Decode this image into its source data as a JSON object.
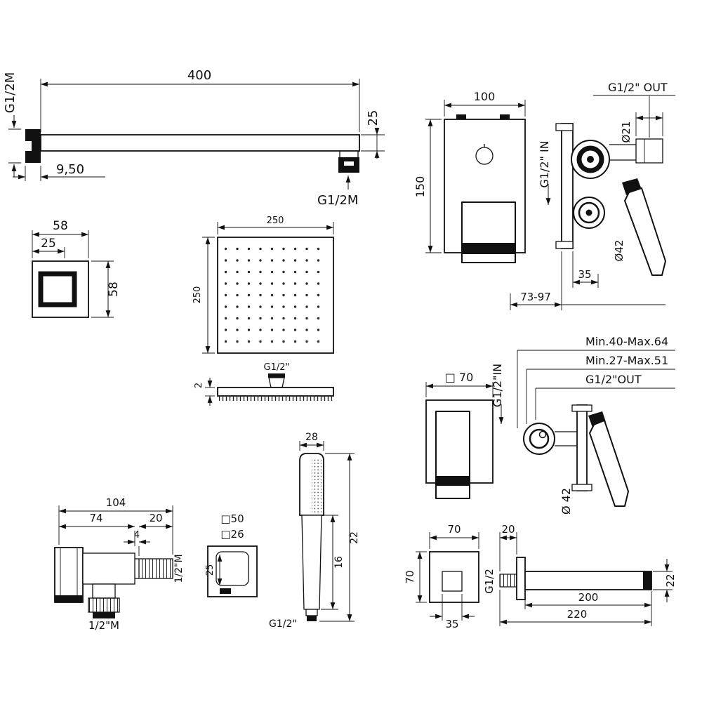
{
  "colors": {
    "line": "#111111",
    "background": "#ffffff"
  },
  "shower_arm": {
    "length": "400",
    "wall_thread": "G1/2M",
    "flange_depth": "9,50",
    "tube_height": "25",
    "end_thread": "G1/2M"
  },
  "flange": {
    "width": "58",
    "inner_width": "25",
    "height": "58"
  },
  "head": {
    "width": "250",
    "height": "250",
    "thread": "G1/2\"",
    "thickness": "2"
  },
  "mixer_front": {
    "width": "100",
    "height": "150"
  },
  "mixer_side": {
    "outlet": "G1/2\" OUT",
    "inlet": "G1/2\" IN",
    "outlet_diameter": "Ø21",
    "handle_diameter": "Ø42",
    "knob_depth": "35",
    "wall_depth_range": "73-97"
  },
  "mixer2_front": {
    "size": "□ 70"
  },
  "mixer2_side": {
    "depth_range_1": "Min.40-Max.64",
    "depth_range_2": "Min.27-Max.51",
    "outlet": "G1/2\"OUT",
    "inlet": "G1/2\"IN",
    "handle_diameter": "Ø 42"
  },
  "union": {
    "total_length": "104",
    "body_length": "74",
    "thread_length": "20",
    "step": "4",
    "side_thread": "1/2\"M",
    "bottom_thread": "1/2\"M"
  },
  "escutcheon": {
    "outer_size": "□50",
    "inner_size": "□26",
    "depth": "25"
  },
  "hand_shower": {
    "width": "28",
    "total_length": "22",
    "handle_length": "16",
    "thread": "G1/2\""
  },
  "spout": {
    "flange_width": "70",
    "flange_height": "70",
    "inner_width": "35",
    "stub_length": "20",
    "thread": "G1/2",
    "reach": "200",
    "total_reach": "220",
    "height": "22"
  }
}
